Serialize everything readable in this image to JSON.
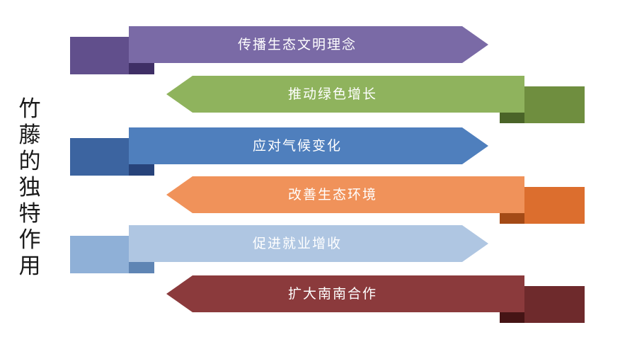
{
  "title": "竹藤的独特作用",
  "ribbons": [
    {
      "label": "传播生态文明理念",
      "color": "#7a6aa6",
      "shade": "#614f8c",
      "fold": "#3f2f66"
    },
    {
      "label": "推动绿色增长",
      "color": "#8fb35d",
      "shade": "#6f8e3f",
      "fold": "#4a6428"
    },
    {
      "label": "应对气候变化",
      "color": "#4f7fbd",
      "shade": "#3c64a0",
      "fold": "#27437a"
    },
    {
      "label": "改善生态环境",
      "color": "#f0925a",
      "shade": "#dc6e2e",
      "fold": "#a44a16"
    },
    {
      "label": "促进就业增收",
      "color": "#afc6e2",
      "shade": "#8fb0d7",
      "fold": "#5f85b4"
    },
    {
      "label": "扩大南南合作",
      "color": "#8b3a3c",
      "shade": "#6e2a2c",
      "fold": "#451415"
    }
  ]
}
